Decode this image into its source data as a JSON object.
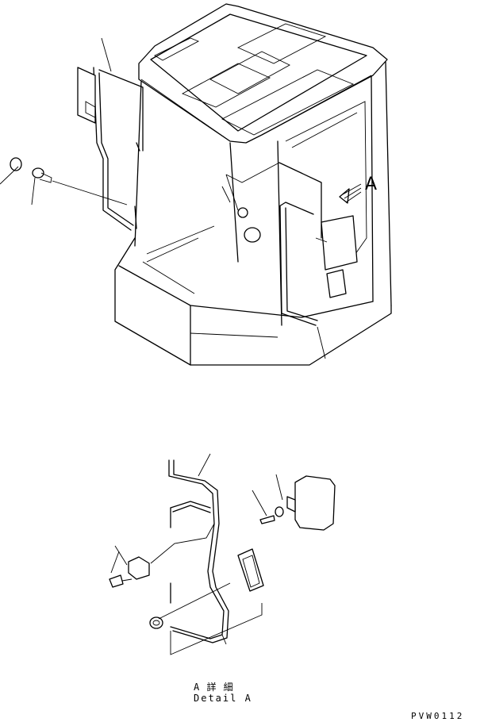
{
  "detail": {
    "callout": "A",
    "title_jp": "A 詳 細",
    "title_en": "Detail A"
  },
  "drawing_code": "PVW0112"
}
